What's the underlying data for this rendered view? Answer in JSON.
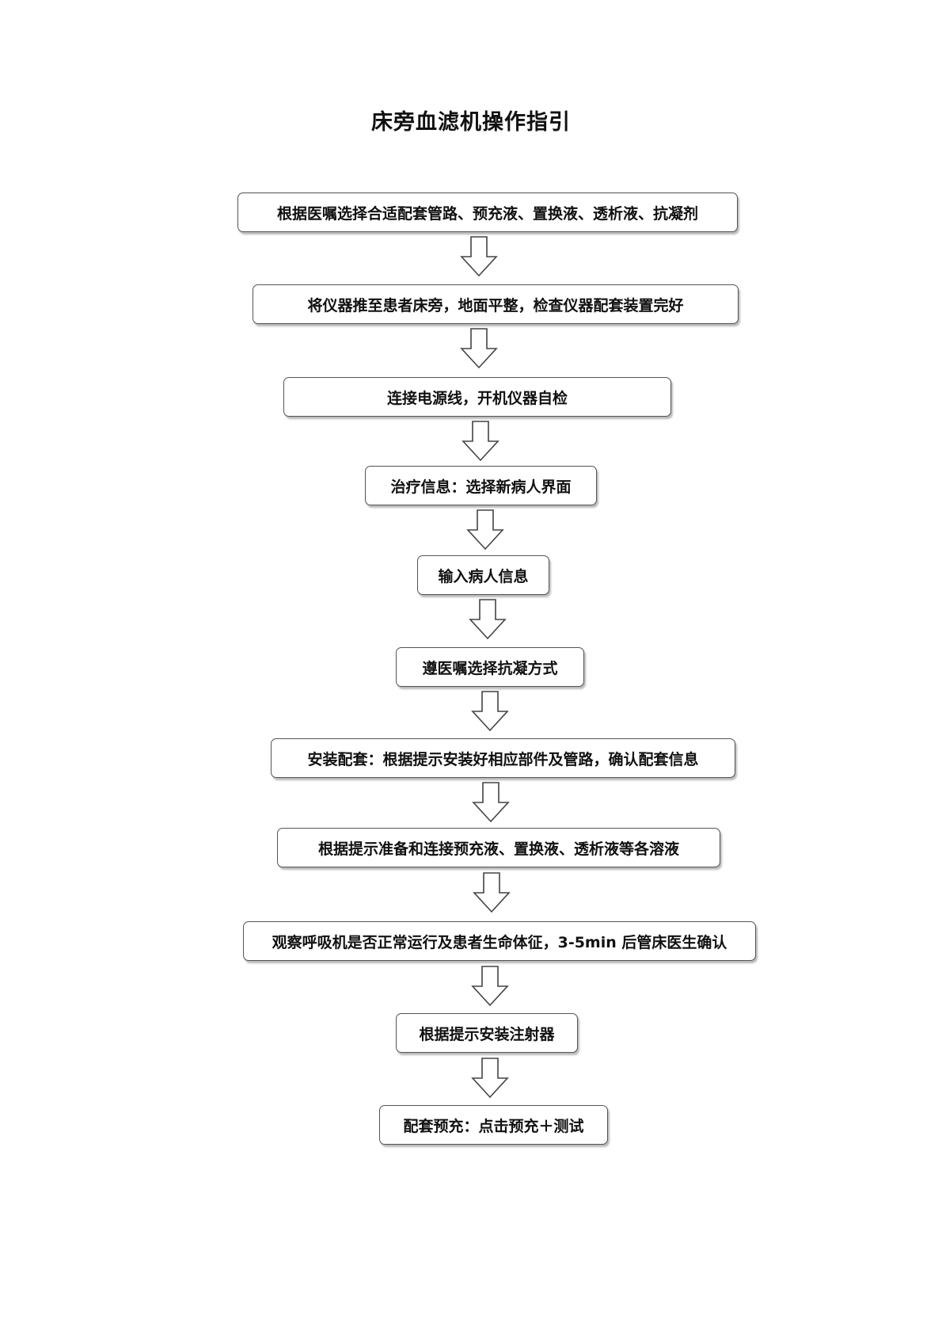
{
  "title": "床旁血滤机操作指引",
  "steps": [
    "根据医嘱选择合适配套管路、预充液、置换液、透析液、抗凝剂",
    "将仪器推至患者床旁，地面平整，检查仪器配套装置完好",
    "连接电源线，开机仪器自检",
    "治疗信息：选择新病人界面",
    "输入病人信息",
    "遵医嘱选择抗凝方式",
    "安装配套：根据提示安装好相应部件及管路，确认配套信息",
    "根据提示准备和连接预充液、置换液、透析液等各溶液",
    "观察呼吸机是否正常运行及患者生命体征，3-5min 后管床医生确认",
    "根据提示安装注射器",
    "配套预充：点击预充＋测试"
  ],
  "colors": {
    "border": "#555555",
    "arrow_stroke": "#444444",
    "text": "#111111"
  },
  "icons": {
    "connector": "down-arrow-icon"
  }
}
